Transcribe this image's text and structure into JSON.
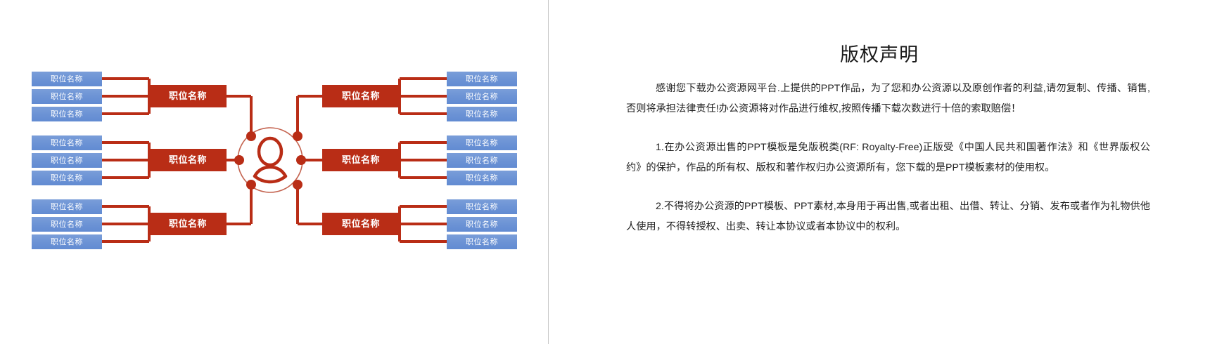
{
  "slide": {
    "left_panel": {
      "diagram": {
        "type": "org-chart",
        "center_icon": "person-avatar-icon",
        "colors": {
          "leaf_blue": "#6c93d5",
          "node_red": "#b92d16",
          "connector_red": "#b92d16",
          "circle_outline": "#c4634f"
        },
        "branches": [
          {
            "side": "left",
            "index": 0,
            "mid_label": "职位名称",
            "leaves": [
              "职位名称",
              "职位名称",
              "职位名称"
            ]
          },
          {
            "side": "left",
            "index": 1,
            "mid_label": "职位名称",
            "leaves": [
              "职位名称",
              "职位名称",
              "职位名称"
            ]
          },
          {
            "side": "left",
            "index": 2,
            "mid_label": "职位名称",
            "leaves": [
              "职位名称",
              "职位名称",
              "职位名称"
            ]
          },
          {
            "side": "right",
            "index": 0,
            "mid_label": "职位名称",
            "leaves": [
              "职位名称",
              "职位名称",
              "职位名称"
            ]
          },
          {
            "side": "right",
            "index": 1,
            "mid_label": "职位名称",
            "leaves": [
              "职位名称",
              "职位名称",
              "职位名称"
            ]
          },
          {
            "side": "right",
            "index": 2,
            "mid_label": "职位名称",
            "leaves": [
              "职位名称",
              "职位名称",
              "职位名称"
            ]
          }
        ]
      }
    },
    "right_panel": {
      "title": "版权声明",
      "paragraphs": [
        "感谢您下载办公资源网平台.上提供的PPT作品，为了您和办公资源以及原创作者的利益,请勿复制、传播、销售,否则将承担法律责任!办公资源将对作品进行维权,按照传播下载次数进行十倍的索取赔偿！",
        "1.在办公资源出售的PPT模板是免版税类(RF: Royalty-Free)正版受《中国人民共和国著作法》和《世界版权公约》的保护，作品的所有权、版权和著作权归办公资源所有，您下载的是PPT模板素材的使用权。",
        "2.不得将办公资源的PPT模板、PPT素材,本身用于再出售,或者出租、出借、转让、分销、发布或者作为礼物供他人使用，不得转授权、出卖、转让本协议或者本协议中的权利。"
      ]
    }
  }
}
